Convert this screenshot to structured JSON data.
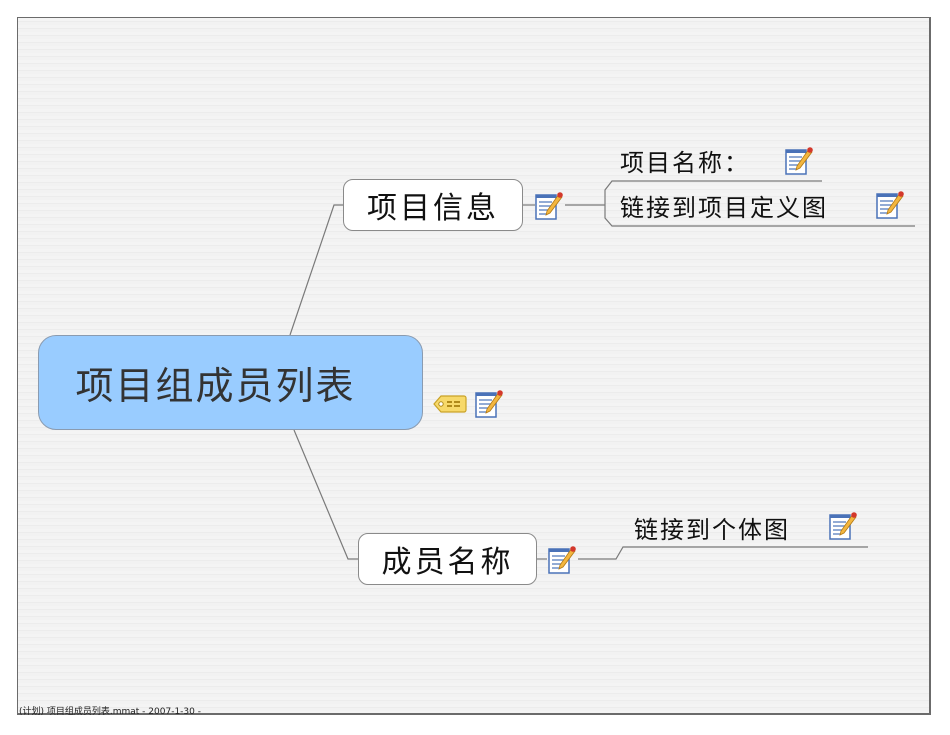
{
  "map": {
    "central_topic": "项目组成员列表",
    "central_icons": [
      "tag-icon",
      "note-icon"
    ],
    "branches": [
      {
        "label": "项目信息",
        "icon": "note-icon",
        "subtopics": [
          {
            "label": "项目名称：",
            "icon": "note-icon"
          },
          {
            "label": "链接到项目定义图",
            "icon": "note-icon"
          }
        ]
      },
      {
        "label": "成员名称",
        "icon": "note-icon",
        "subtopics": [
          {
            "label": "链接到个体图",
            "icon": "note-icon"
          }
        ]
      }
    ]
  },
  "colors": {
    "central_fill": "#99CCFF",
    "background": "#F1F1F1",
    "line": "#7A7A7A"
  },
  "footer": {
    "text": "(计划) 项目组成员列表.mmat - 2007-1-30 -"
  }
}
